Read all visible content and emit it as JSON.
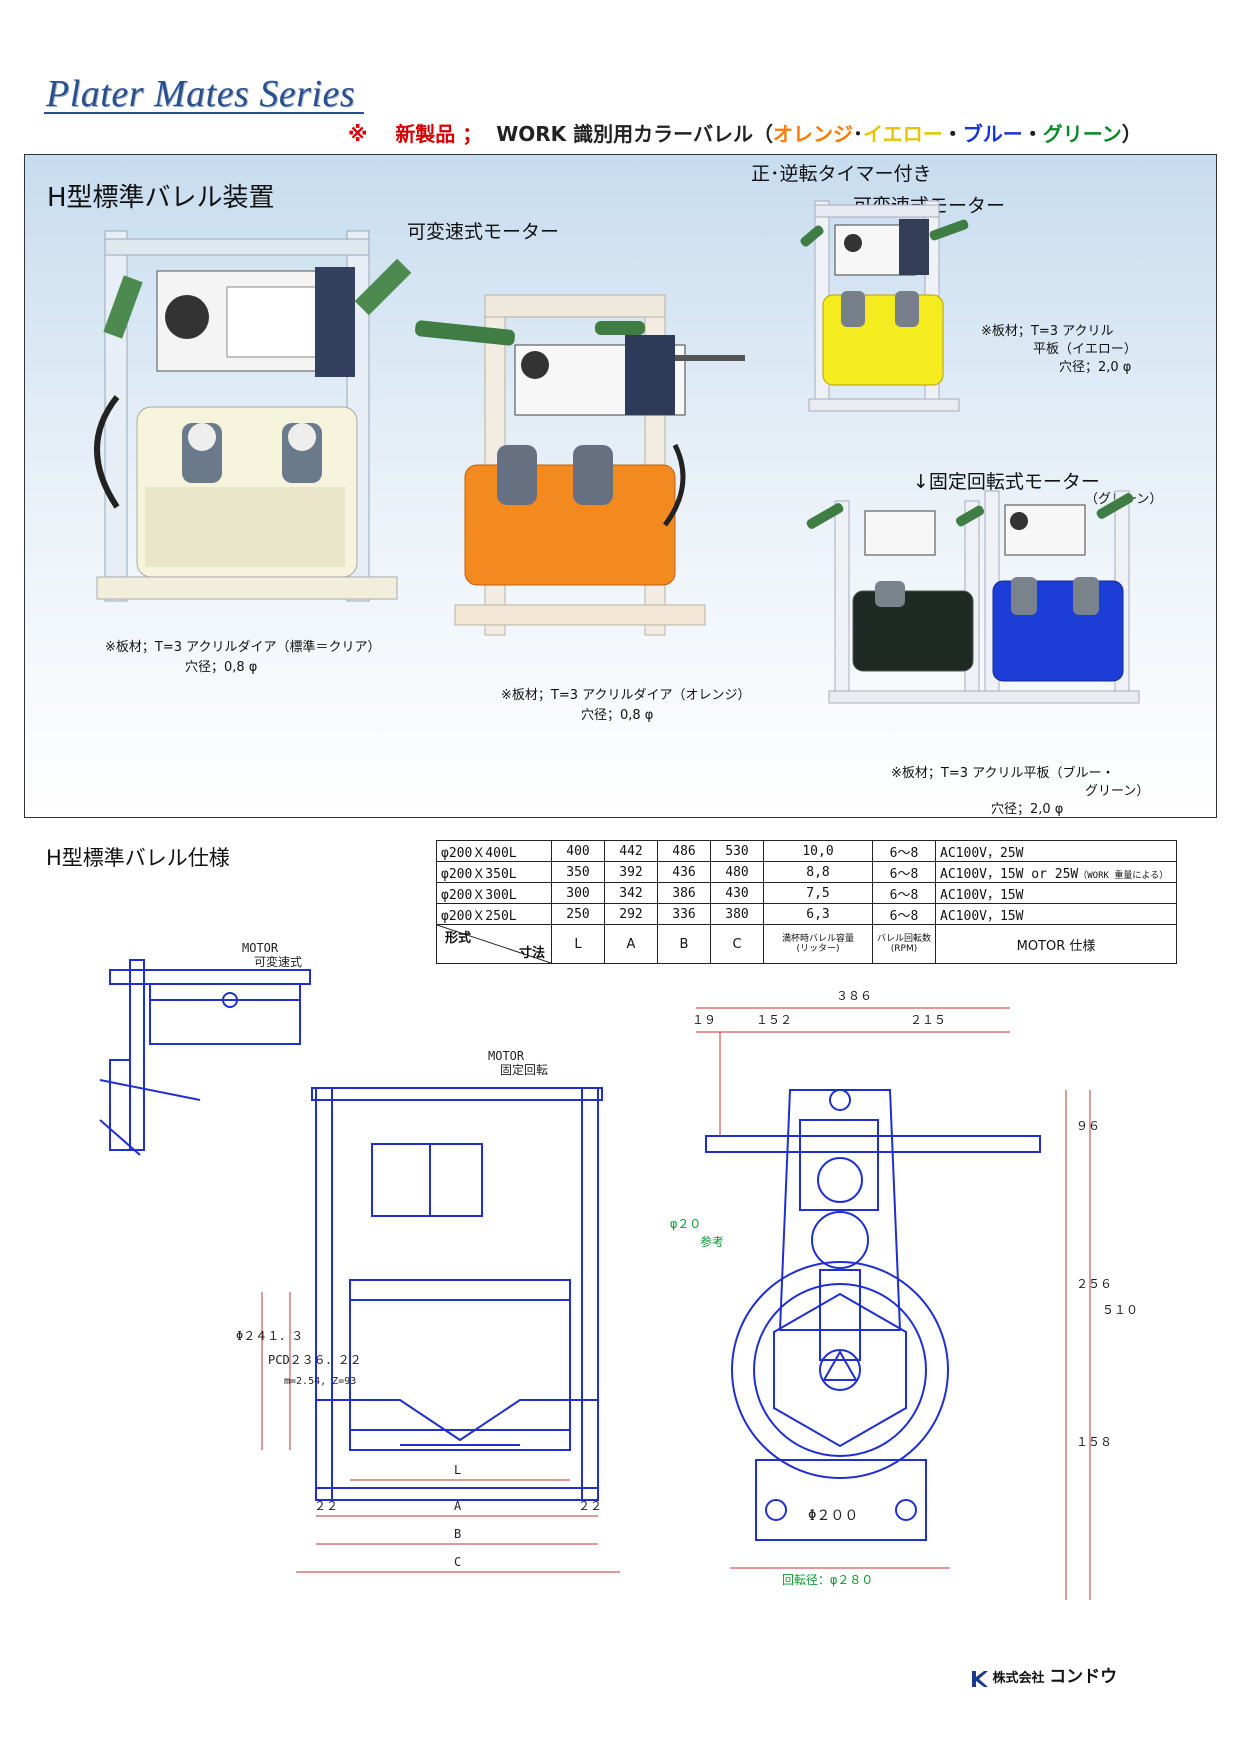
{
  "header": {
    "series_title": "Plater Mates Series",
    "new_product": {
      "mark": "※",
      "label": "新製品 ；",
      "prefix": "WORK 識別用カラーバレル（",
      "orange": "オレンジ",
      "sep1": "･",
      "yellow": "イエロー",
      "sep2": "・",
      "blue": "ブルー",
      "sep3": "・",
      "green": "グリーン",
      "suffix": "）"
    }
  },
  "photos": {
    "main_title": "H型標準バレル装置",
    "variable_motor": "可変速式モーター",
    "timer_motor_line1": "正･逆転タイマー付き",
    "timer_motor_line2": "可変速式モーター",
    "fixed_motor": "↓固定回転式モーター",
    "fixed_motor_sub": "（グリーン）",
    "clear_note_1": "※板材；T=3 アクリルダイア（標準＝クリア）",
    "clear_note_2": "穴径；0,8 φ",
    "orange_note_1": "※板材；T=3 アクリルダイア（オレンジ）",
    "orange_note_2": "穴径；0,8 φ",
    "yellow_note_1": "※板材；T=3 アクリル",
    "yellow_note_2": "平板（イエロー）",
    "yellow_note_3": "穴径；2,0 φ",
    "blue_note_1": "※板材；T=3 アクリル平板（ブルー・",
    "blue_note_2": "グリーン）",
    "blue_note_3": "穴径；2,0 φ"
  },
  "spec": {
    "heading": "H型標準バレル仕様",
    "rows": [
      {
        "model": "φ200Ｘ400L",
        "L": "400",
        "A": "442",
        "B": "486",
        "C": "530",
        "capacity": "10,0",
        "rpm": "6～8",
        "motor": "AC100V，25W",
        "motor_note": ""
      },
      {
        "model": "φ200Ｘ350L",
        "L": "350",
        "A": "392",
        "B": "436",
        "C": "480",
        "capacity": "8,8",
        "rpm": "6～8",
        "motor": "AC100V，15W or 25W",
        "motor_note": "（WORK 重量による）"
      },
      {
        "model": "φ200Ｘ300L",
        "L": "300",
        "A": "342",
        "B": "386",
        "C": "430",
        "capacity": "7,5",
        "rpm": "6～8",
        "motor": "AC100V，15W",
        "motor_note": ""
      },
      {
        "model": "φ200Ｘ250L",
        "L": "250",
        "A": "292",
        "B": "336",
        "C": "380",
        "capacity": "6,3",
        "rpm": "6～8",
        "motor": "AC100V，15W",
        "motor_note": ""
      }
    ],
    "header": {
      "keishiki": "形式",
      "sunpo": "寸法",
      "L": "L",
      "A": "A",
      "B": "B",
      "C": "C",
      "capacity_1": "満杯時バレル容量",
      "capacity_2": "(リッター)",
      "rpm_1": "バレル回転数",
      "rpm_2": "(RPM)",
      "motor": "MOTOR 仕様"
    }
  },
  "drawing": {
    "motor_label_1": "MOTOR",
    "motor_sub_1": "可変速式",
    "motor_label_2": "MOTOR",
    "motor_sub_2": "固定回転",
    "dim_386": "３８６",
    "dim_19": "１９",
    "dim_152": "１５２",
    "dim_215": "２１５",
    "dim_96": "９６",
    "dim_256": "２５６",
    "dim_510": "５１０",
    "dim_158": "１５８",
    "phi20": "φ２０",
    "ref": "参考",
    "phi241": "Φ２４１．３",
    "pcd": "PCD２３６．２２",
    "mz": "m=2.54, Z=93",
    "dim_L": "L",
    "dim_A": "A",
    "dim_B": "B",
    "dim_C": "C",
    "dim_22a": "２２",
    "dim_22b": "２２",
    "phi200": "Φ２００",
    "rotation": "回転径：φ２８０"
  },
  "footer": {
    "company_prefix": "株式会社",
    "company_name": "コンドウ"
  },
  "colors": {
    "title_blue": "#2b4f8a",
    "red": "#d40000",
    "drawing_blue": "#1f2fd0",
    "dim_red": "#c03030",
    "green_note": "#0a9a30"
  }
}
